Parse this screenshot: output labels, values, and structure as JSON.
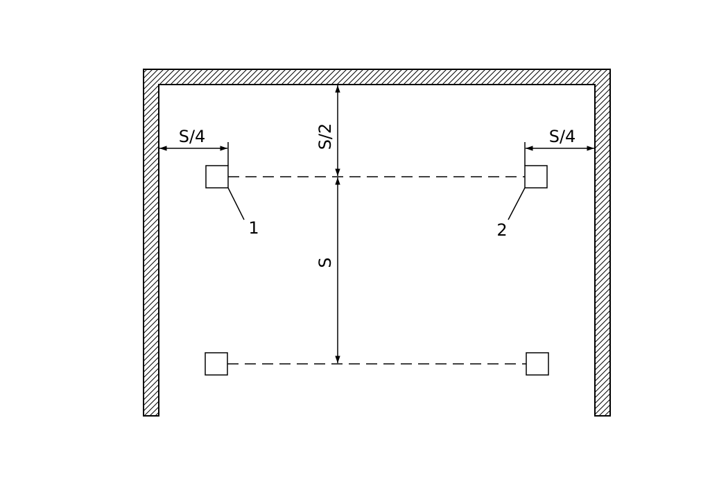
{
  "diagram": {
    "labels": {
      "left_offset": "S/4",
      "right_offset": "S/4",
      "top_gap": "S/2",
      "row_spacing": "S",
      "marker_1": "1",
      "marker_2": "2"
    },
    "colors": {
      "line": "#000000",
      "background": "#ffffff"
    }
  }
}
